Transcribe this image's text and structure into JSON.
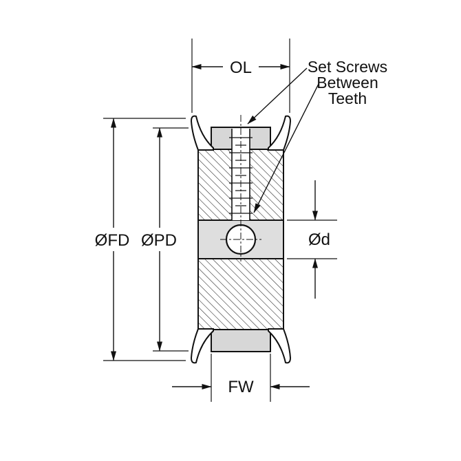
{
  "colors": {
    "line": "#111111",
    "cap_fill": "#d7d7d7",
    "hub_fill": "#dedede",
    "background": "#ffffff"
  },
  "dimensions": {
    "overall_length": {
      "label": "OL"
    },
    "flange_diameter": {
      "label": "ØFD"
    },
    "pitch_diameter": {
      "label": "ØPD"
    },
    "bore_diameter": {
      "label": "Ød"
    },
    "face_width": {
      "label": "FW"
    }
  },
  "annotations": {
    "set_screws": {
      "line1": "Set Screws",
      "line2": "Between",
      "line3": "Teeth"
    }
  }
}
